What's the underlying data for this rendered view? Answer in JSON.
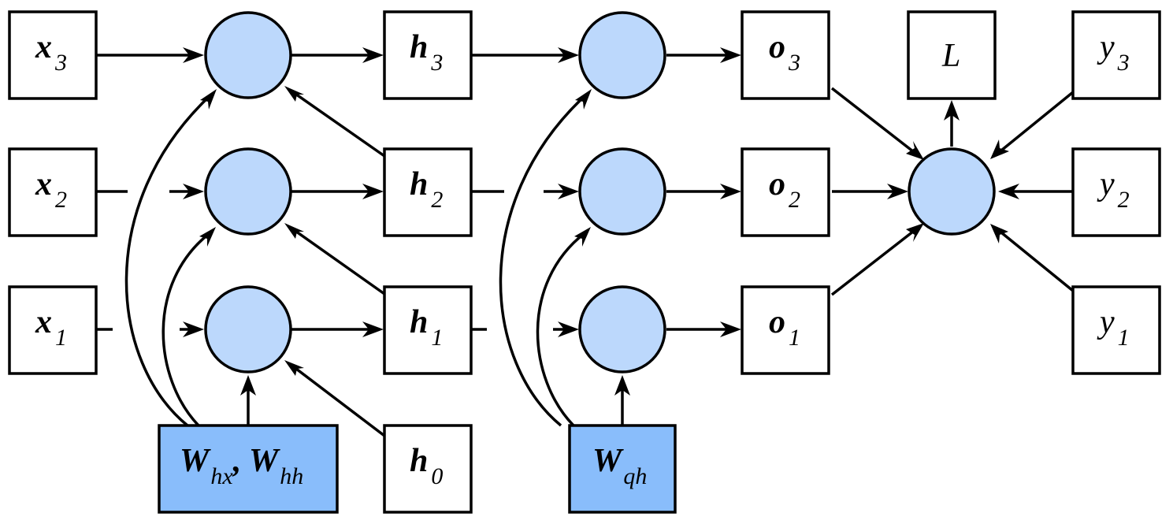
{
  "nodes": {
    "x3": {
      "sym": "x",
      "sub": "3"
    },
    "x2": {
      "sym": "x",
      "sub": "2"
    },
    "x1": {
      "sym": "x",
      "sub": "1"
    },
    "h3": {
      "sym": "h",
      "sub": "3"
    },
    "h2": {
      "sym": "h",
      "sub": "2"
    },
    "h1": {
      "sym": "h",
      "sub": "1"
    },
    "h0": {
      "sym": "h",
      "sub": "0"
    },
    "o3": {
      "sym": "o",
      "sub": "3"
    },
    "o2": {
      "sym": "o",
      "sub": "2"
    },
    "o1": {
      "sym": "o",
      "sub": "1"
    },
    "y3": {
      "sym": "y",
      "sub": "3"
    },
    "y2": {
      "sym": "y",
      "sub": "2"
    },
    "y1": {
      "sym": "y",
      "sub": "1"
    },
    "L": {
      "sym": "L"
    },
    "Whx_Whh": {
      "sym1": "W",
      "sub1": "hx",
      "sep": ", ",
      "sym2": "W",
      "sub2": "hh"
    },
    "Wqh": {
      "sym": "W",
      "sub": "qh"
    }
  },
  "colors": {
    "operator_fill": "#bcd8fc",
    "parameter_fill": "#89bdfb",
    "stroke": "#000000"
  }
}
